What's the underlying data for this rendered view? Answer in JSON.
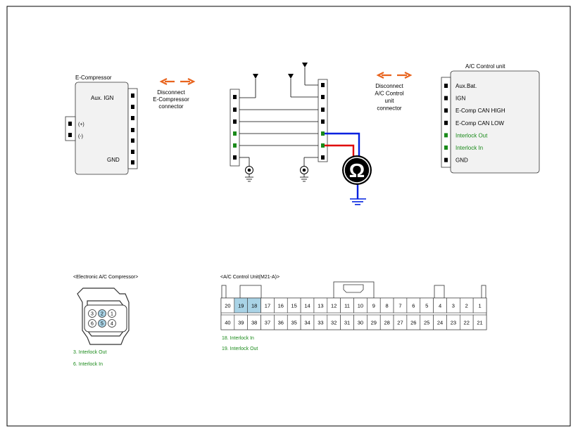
{
  "ecomp": {
    "title": "E-Compressor",
    "aux_ign": "Aux. IGN",
    "gnd": "GND",
    "plus": "(+)",
    "minus": "(-)"
  },
  "disconnect_left": [
    "Disconnect",
    "E-Compressor",
    "connector"
  ],
  "disconnect_right": [
    "Disconnect",
    "A/C Control",
    "unit",
    "connector"
  ],
  "acu": {
    "title": "A/C Control unit",
    "pins": [
      {
        "label": "Aux.Bat.",
        "color": "#000000"
      },
      {
        "label": "IGN",
        "color": "#000000"
      },
      {
        "label": "E-Comp CAN HIGH",
        "color": "#000000"
      },
      {
        "label": "E-Comp CAN LOW",
        "color": "#000000"
      },
      {
        "label": "Interlock Out",
        "color": "#1a8a1a"
      },
      {
        "label": "Interlock In",
        "color": "#1a8a1a"
      },
      {
        "label": "GND",
        "color": "#000000"
      }
    ]
  },
  "ohm_symbol": "Ω",
  "colors": {
    "arrow": "#e8641e",
    "green": "#1a8a1a",
    "red": "#e00000",
    "blue": "#0020e0",
    "highlight": "#a9d3e6"
  },
  "comp_connector": {
    "title": "<Electronic A/C Compressor>",
    "pins": [
      "3",
      "2",
      "1",
      "6",
      "5",
      "4"
    ],
    "notes": [
      "3. Interlock Out",
      "6. Interlock In"
    ]
  },
  "acu_connector": {
    "title": "<A/C Control Unit(M21-A)>",
    "row_top": [
      "20",
      "19",
      "18",
      "17",
      "16",
      "15",
      "14",
      "13",
      "12",
      "11",
      "10",
      "9",
      "8",
      "7",
      "6",
      "5",
      "4",
      "3",
      "2",
      "1"
    ],
    "row_bottom": [
      "40",
      "39",
      "38",
      "37",
      "36",
      "35",
      "34",
      "33",
      "32",
      "31",
      "30",
      "29",
      "28",
      "27",
      "26",
      "25",
      "24",
      "23",
      "22",
      "21"
    ],
    "highlighted": [
      "19",
      "18"
    ],
    "notes": [
      "18. Interlock In",
      "19. Interlock Out"
    ]
  }
}
